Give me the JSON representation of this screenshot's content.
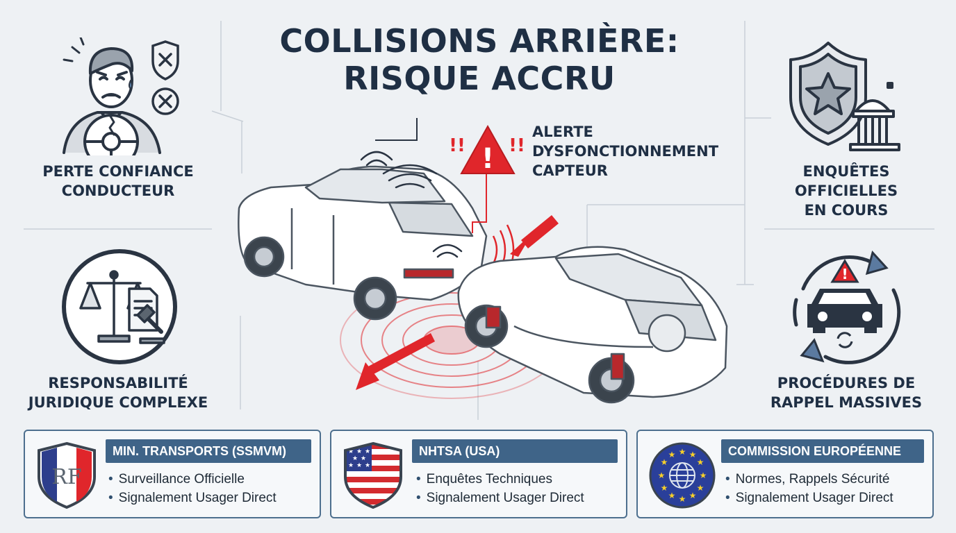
{
  "title": {
    "line1": "COLLISIONS ARRIÈRE:",
    "line2": "RISQUE ACCRU"
  },
  "alert": {
    "line1": "ALERTE",
    "line2": "DYSFONCTIONNEMENT",
    "line3": "CAPTEUR"
  },
  "left_panels": [
    {
      "line1": "PERTE CONFIANCE",
      "line2": "CONDUCTEUR",
      "icon": "worried-driver-icon"
    },
    {
      "line1": "RESPONSABILITÉ",
      "line2": "JURIDIQUE COMPLEXE",
      "icon": "scales-of-justice-icon"
    }
  ],
  "right_panels": [
    {
      "line1": "ENQUÊTES",
      "line2": "OFFICIELLES",
      "line3": "EN COURS",
      "icon": "police-badge-icon"
    },
    {
      "line1": "PROCÉDURES DE",
      "line2": "RAPPEL MASSIVES",
      "icon": "car-recall-icon"
    }
  ],
  "agencies": [
    {
      "name": "MIN. TRANSPORTS (SSMVM)",
      "items": [
        "Surveillance Officielle",
        "Signalement Usager Direct"
      ],
      "emblem": "france-shield-icon"
    },
    {
      "name": "NHTSA (USA)",
      "items": [
        "Enquêtes Techniques",
        "Signalement Usager Direct"
      ],
      "emblem": "usa-shield-icon"
    },
    {
      "name": "COMMISSION EUROPÉENNE",
      "items": [
        "Normes, Rappels Sécurité",
        "Signalement Usager Direct"
      ],
      "emblem": "eu-globe-icon"
    }
  ],
  "colors": {
    "navy": "#1f2f44",
    "header_blue": "#3f6488",
    "alert_red": "#e0262b",
    "background": "#eef1f4"
  }
}
